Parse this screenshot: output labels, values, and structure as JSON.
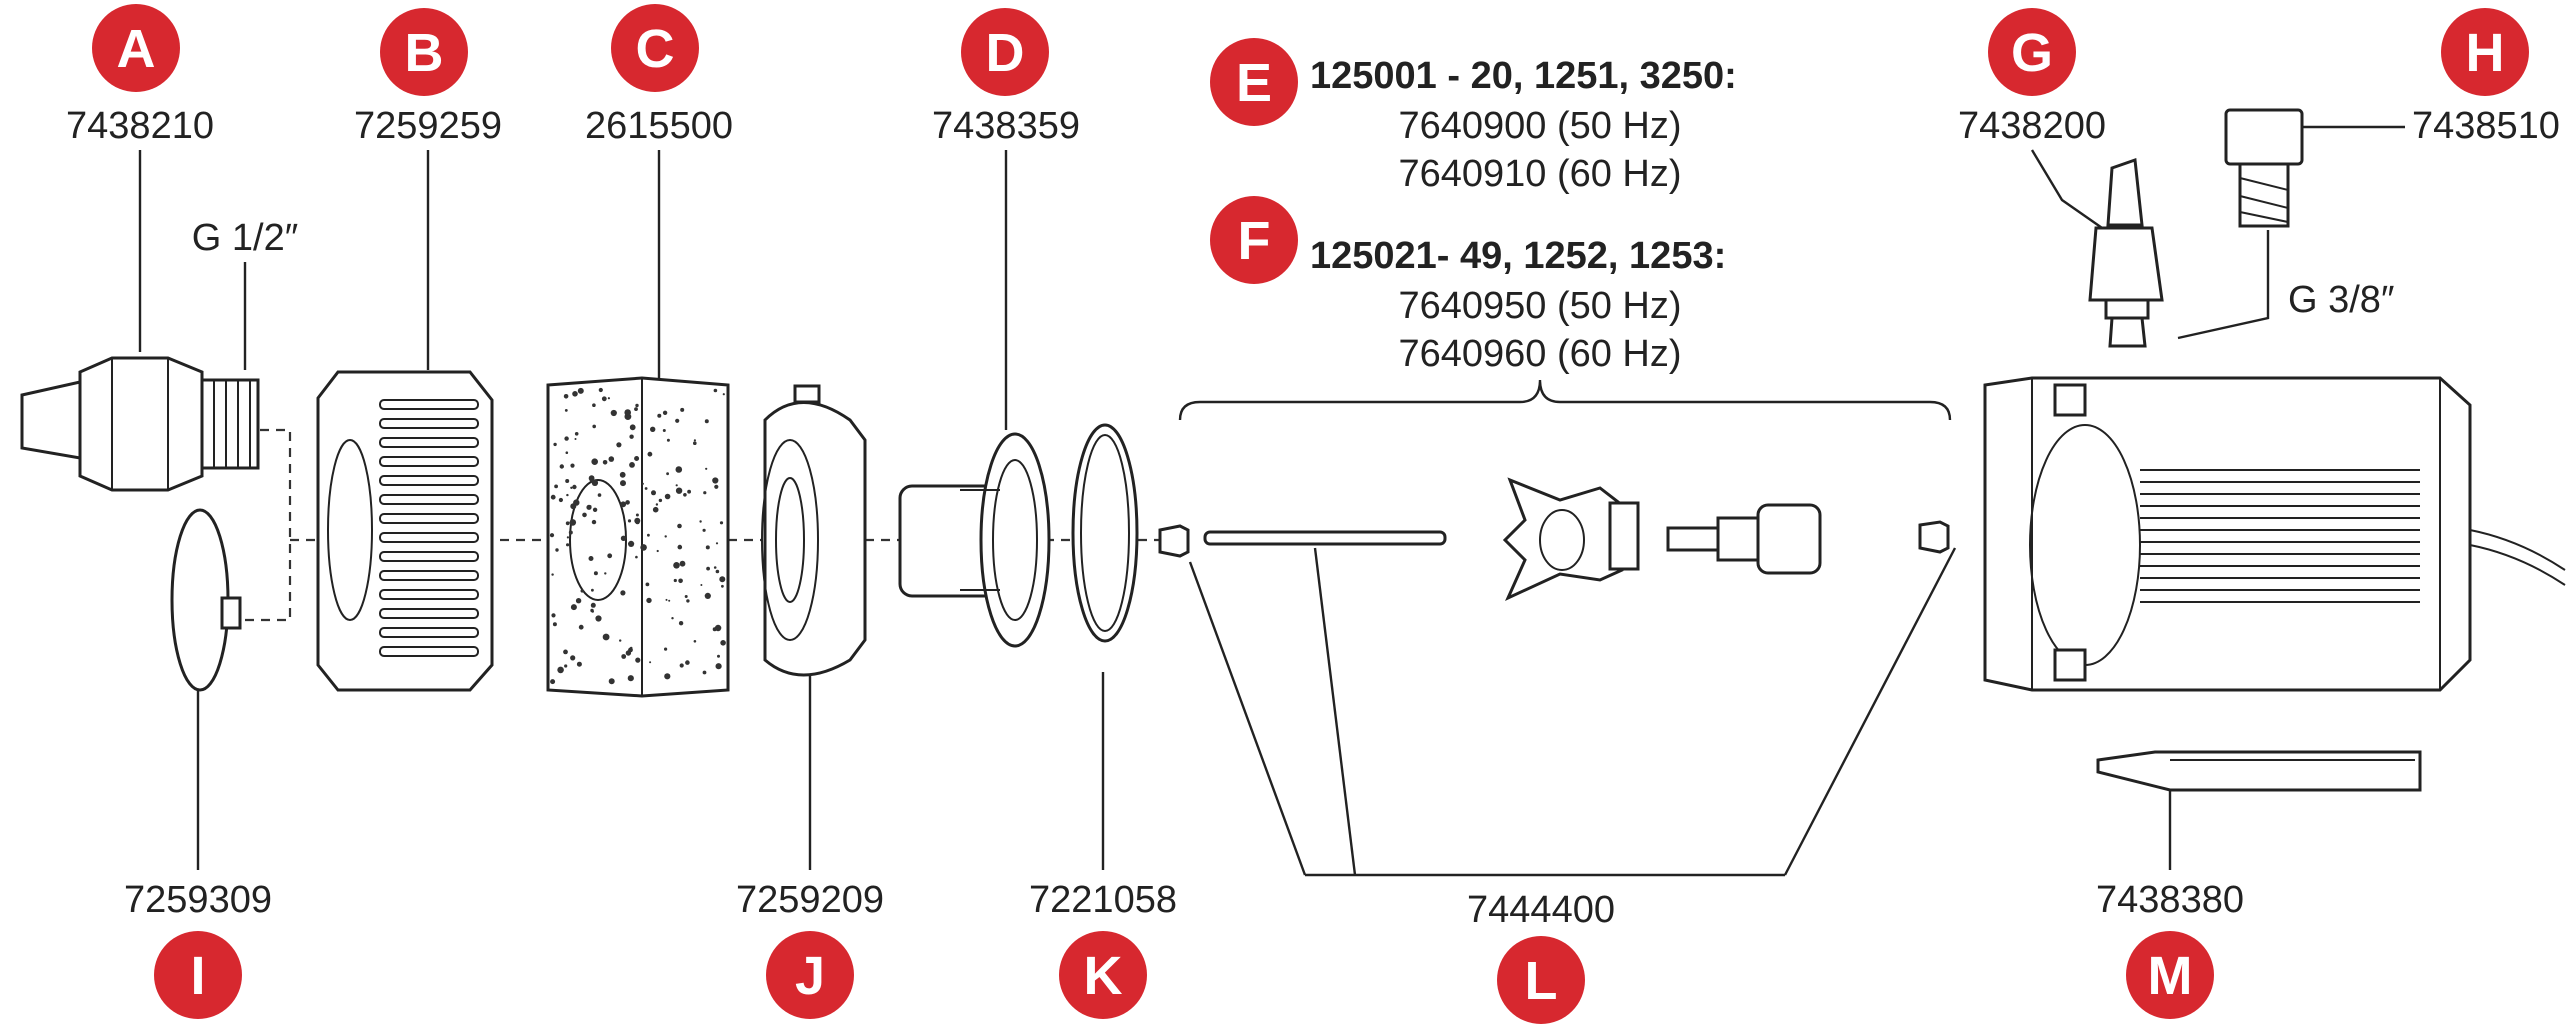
{
  "badge_color": "#d7282f",
  "callouts": {
    "A": {
      "letter": "A",
      "number": "7438210"
    },
    "B": {
      "letter": "B",
      "number": "7259259"
    },
    "C": {
      "letter": "C",
      "number": "2615500"
    },
    "D": {
      "letter": "D",
      "number": "7438359"
    },
    "E": {
      "letter": "E",
      "models": "125001 - 20,  1251,  3250:",
      "numbers": [
        "7640900 (50 Hz)",
        "7640910 (60 Hz)"
      ]
    },
    "F": {
      "letter": "F",
      "models": "125021- 49,  1252,  1253:",
      "numbers": [
        "7640950 (50 Hz)",
        "7640960 (60 Hz)"
      ]
    },
    "G": {
      "letter": "G",
      "number": "7438200"
    },
    "H": {
      "letter": "H",
      "number": "7438510"
    },
    "I": {
      "letter": "I",
      "number": "7259309"
    },
    "J": {
      "letter": "J",
      "number": "7259209"
    },
    "K": {
      "letter": "K",
      "number": "7221058"
    },
    "L": {
      "letter": "L",
      "number": "7444400"
    },
    "M": {
      "letter": "M",
      "number": "7438380"
    }
  },
  "thread_labels": {
    "outlet": "G 1/2″",
    "motor": "G 3/8″"
  }
}
